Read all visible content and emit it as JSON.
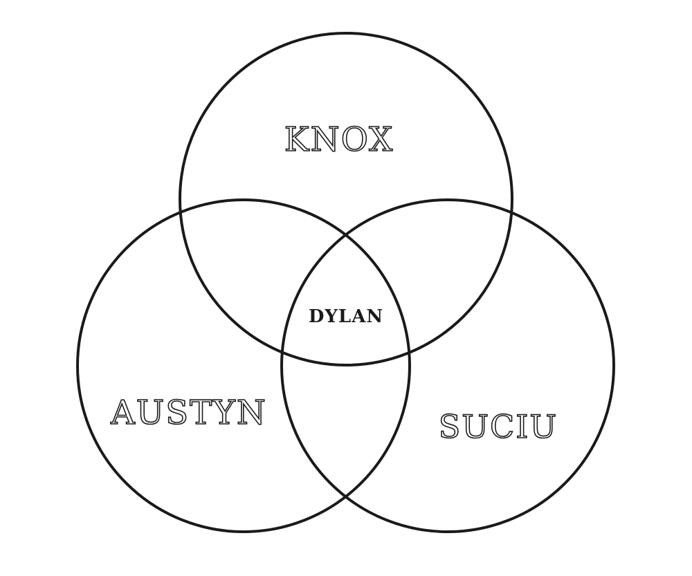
{
  "diagram": {
    "sets": [
      {
        "id": "top",
        "label": "KNOX"
      },
      {
        "id": "left",
        "label": "AUSTYN"
      },
      {
        "id": "right",
        "label": "SUCIU"
      }
    ],
    "center_label": "DYLAN",
    "colors": {
      "stroke": "#1a1a1a",
      "background": "#ffffff"
    }
  }
}
